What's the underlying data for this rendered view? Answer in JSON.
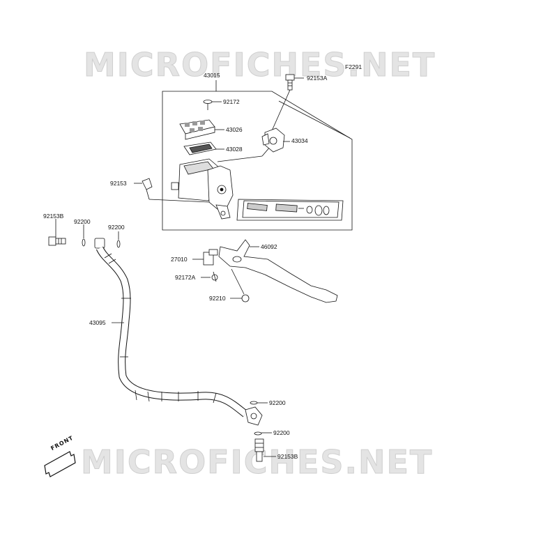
{
  "watermark": {
    "top": "MICROFICHES.NET",
    "bottom": "MICROFICHES.NET"
  },
  "figure_code": "F2291",
  "front_badge": "FRONT",
  "parts": {
    "p43015": "43015",
    "p92153A": "92153A",
    "p92172": "92172",
    "p43026": "43026",
    "p43028": "43028",
    "p43034": "43034",
    "p92153": "92153",
    "p92153B_top": "92153B",
    "p92200_a": "92200",
    "p92200_b": "92200",
    "p46092": "46092",
    "p27010": "27010",
    "p92172A": "92172A",
    "p92210": "92210",
    "p43095": "43095",
    "p92200_c": "92200",
    "p92200_d": "92200",
    "p92153B_bottom": "92153B"
  },
  "colors": {
    "ink": "#111111",
    "watermark_fill": "#e4e4e4",
    "background": "#ffffff"
  }
}
